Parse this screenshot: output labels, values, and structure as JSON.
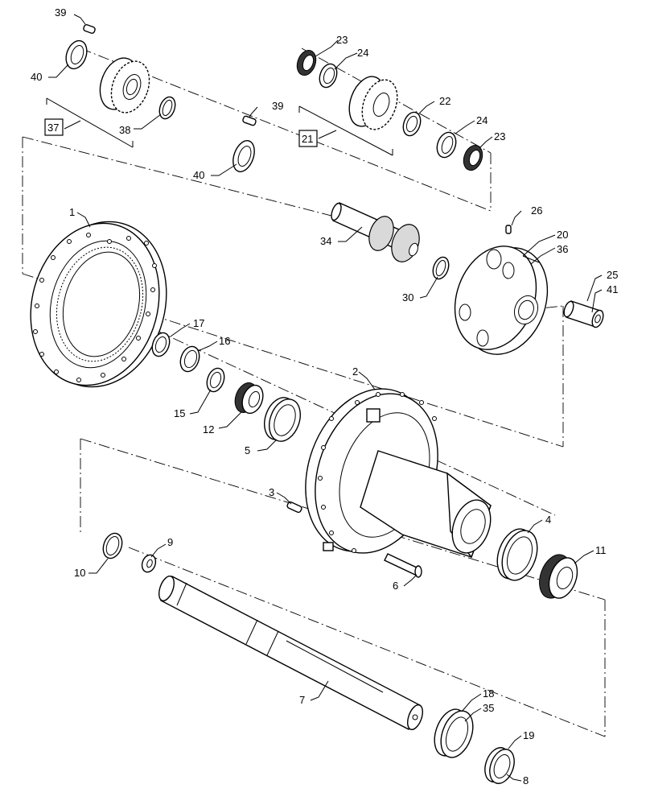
{
  "diagram": {
    "labels": [
      {
        "id": "39a",
        "text": "39"
      },
      {
        "id": "40a",
        "text": "40"
      },
      {
        "id": "37",
        "text": "37"
      },
      {
        "id": "38",
        "text": "38"
      },
      {
        "id": "39b",
        "text": "39"
      },
      {
        "id": "40b",
        "text": "40"
      },
      {
        "id": "23a",
        "text": "23"
      },
      {
        "id": "24a",
        "text": "24"
      },
      {
        "id": "22",
        "text": "22"
      },
      {
        "id": "24b",
        "text": "24"
      },
      {
        "id": "23b",
        "text": "23"
      },
      {
        "id": "21",
        "text": "21"
      },
      {
        "id": "26",
        "text": "26"
      },
      {
        "id": "20",
        "text": "20"
      },
      {
        "id": "36",
        "text": "36"
      },
      {
        "id": "34",
        "text": "34"
      },
      {
        "id": "30",
        "text": "30"
      },
      {
        "id": "25",
        "text": "25"
      },
      {
        "id": "41",
        "text": "41"
      },
      {
        "id": "1",
        "text": "1"
      },
      {
        "id": "17",
        "text": "17"
      },
      {
        "id": "16",
        "text": "16"
      },
      {
        "id": "15",
        "text": "15"
      },
      {
        "id": "12",
        "text": "12"
      },
      {
        "id": "5",
        "text": "5"
      },
      {
        "id": "2",
        "text": "2"
      },
      {
        "id": "3",
        "text": "3"
      },
      {
        "id": "4",
        "text": "4"
      },
      {
        "id": "11",
        "text": "11"
      },
      {
        "id": "6",
        "text": "6"
      },
      {
        "id": "10",
        "text": "10"
      },
      {
        "id": "9",
        "text": "9"
      },
      {
        "id": "7",
        "text": "7"
      },
      {
        "id": "18",
        "text": "18"
      },
      {
        "id": "35",
        "text": "35"
      },
      {
        "id": "19",
        "text": "19"
      },
      {
        "id": "8",
        "text": "8"
      }
    ]
  }
}
